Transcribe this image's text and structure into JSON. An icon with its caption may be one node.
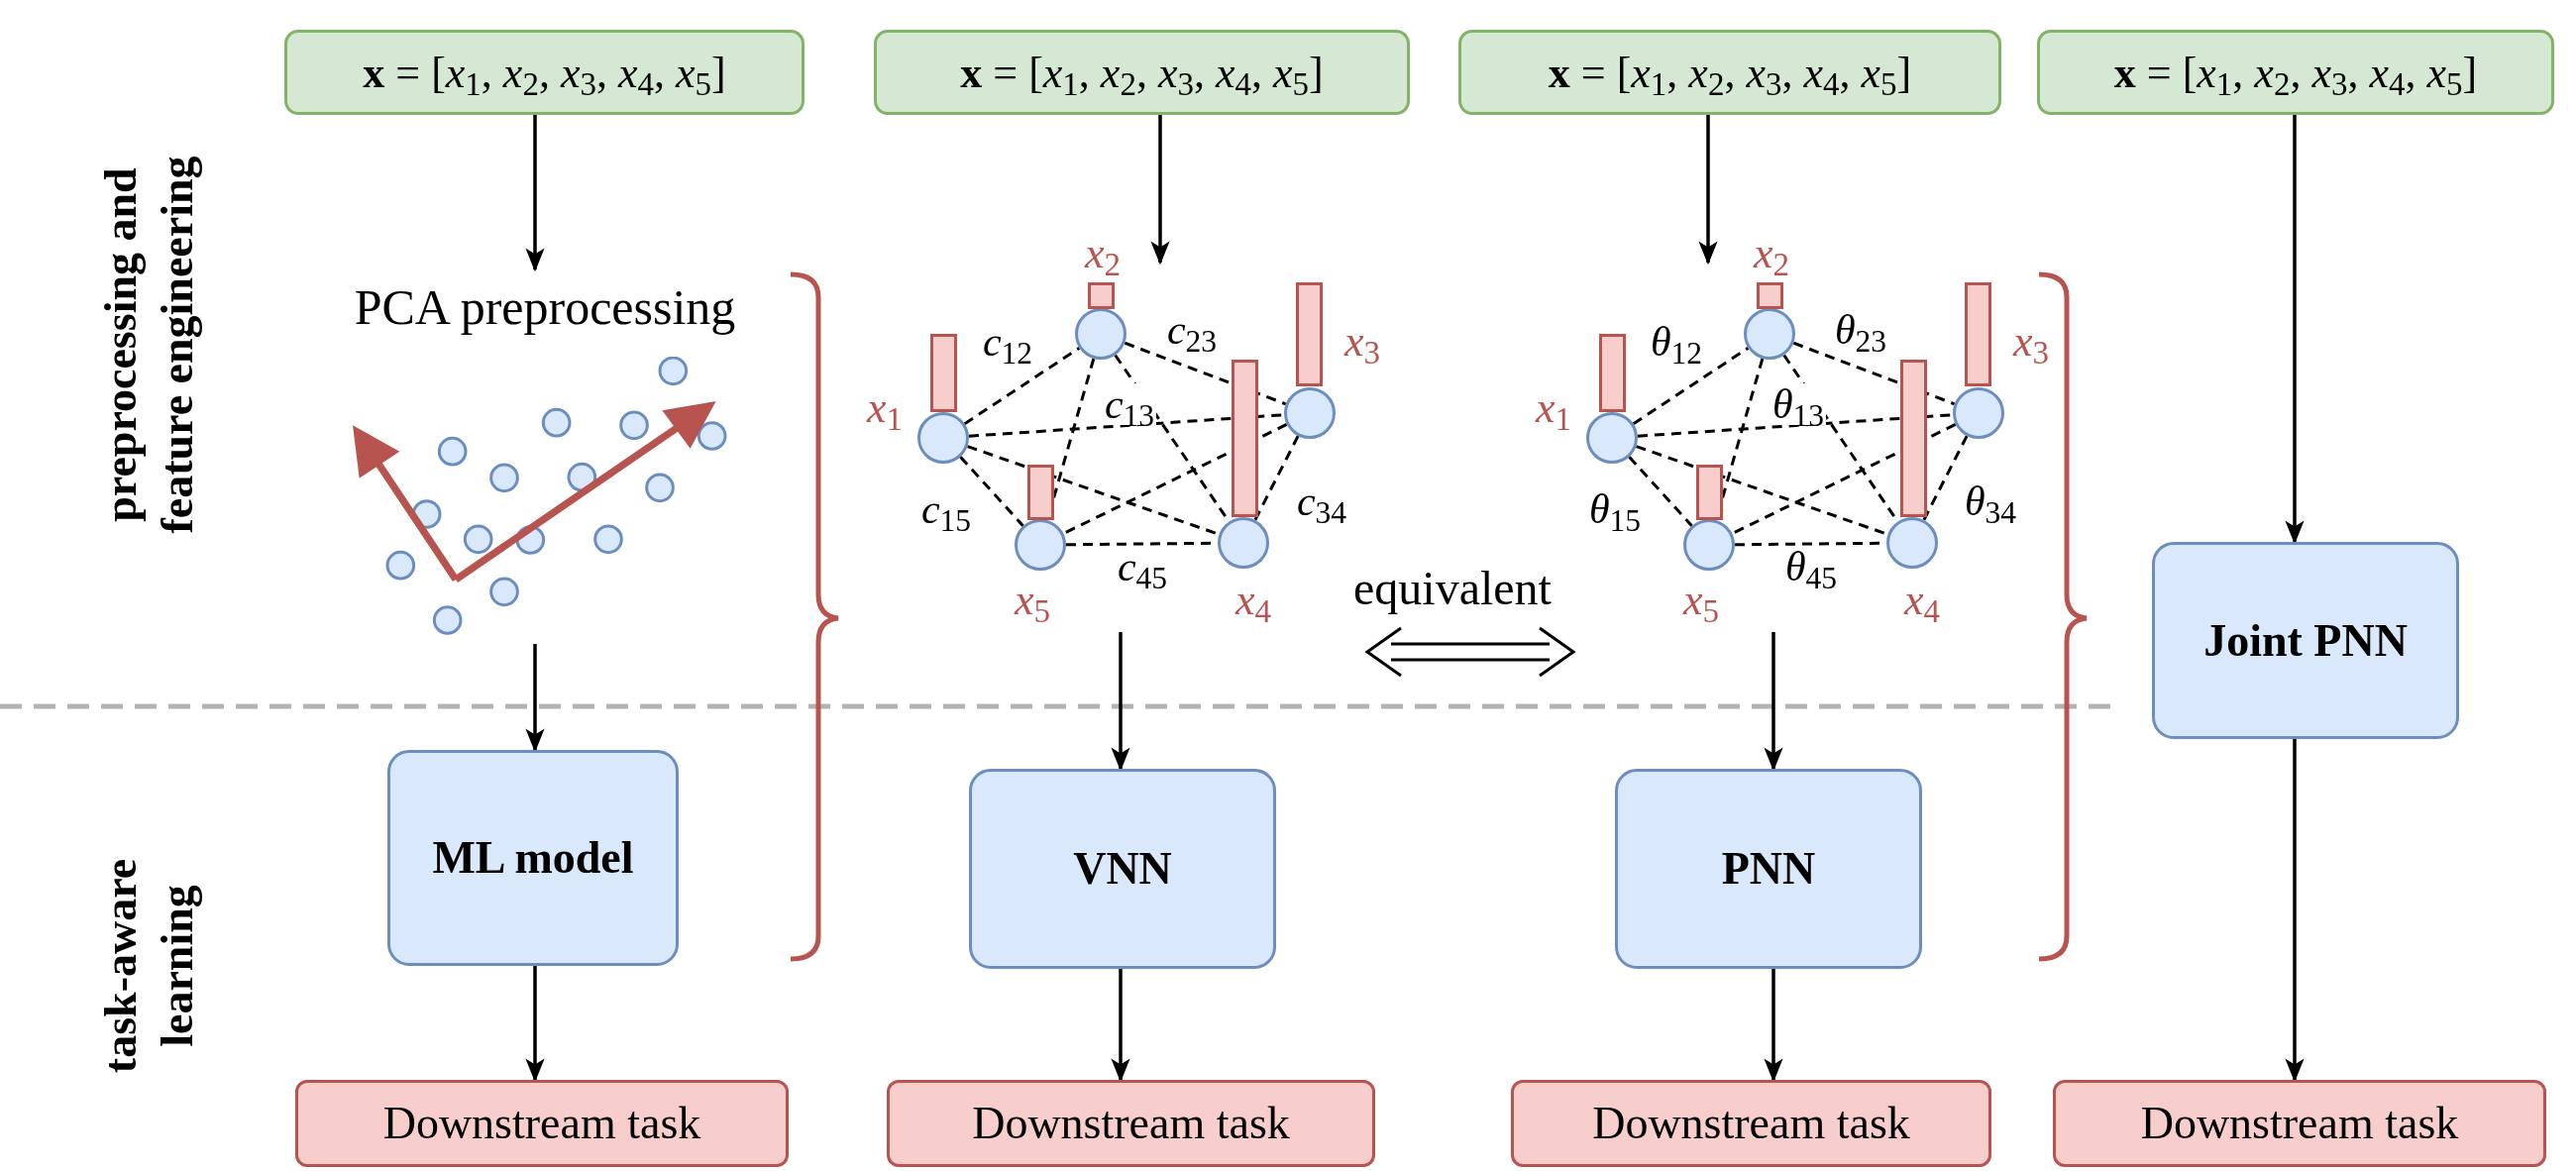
{
  "diagram": {
    "nodes": [
      {
        "text": [
          "**x** = [*x*$_{1}$, *x*$_{2}$, *x*$_{3}$, *x*$_{4}$, *x*$_{5}$]"
        ]
      },
      {
        "text": [
          "**x** = [*x*$_{1}$, *x*$_{2}$, *x*$_{3}$, *x*$_{4}$, *x*$_{5}$]"
        ]
      },
      {
        "text": [
          "**x** = [*x*$_{1}$, *x*$_{2}$, *x*$_{3}$, *x*$_{4}$, *x*$_{5}$]"
        ]
      },
      {
        "text": [
          "**x** = [*x*$_{1}$, *x*$_{2}$, *x*$_{3}$, *x*$_{4}$, *x*$_{5}$]"
        ]
      },
      {
        "text": [
          "PCA preprocessing"
        ]
      },
      {
        "text": [],
        "shape": "picture"
      },
      {
        "text": [],
        "shape": "circle",
        "beside": [
          "*x*$_{1}$"
        ]
      },
      {
        "text": [],
        "shape": "circle",
        "beside": [
          "*x*$_{5}$"
        ]
      },
      {
        "text": [],
        "shape": "circle",
        "beside": [
          "*x*$_{2}$"
        ]
      },
      {
        "text": [],
        "shape": "circle",
        "beside": [
          "*x*$_{4}$"
        ]
      },
      {
        "text": [],
        "shape": "circle",
        "beside": [
          "*x*$_{3}$"
        ]
      },
      {
        "text": [],
        "shape": "circle",
        "beside": [
          "*x*$_{1}$"
        ]
      },
      {
        "text": [],
        "shape": "circle",
        "beside": [
          "*x*$_{5}$"
        ]
      },
      {
        "text": [],
        "shape": "circle",
        "beside": [
          "*x*$_{2}$"
        ]
      },
      {
        "text": [],
        "shape": "circle",
        "beside": [
          "*x*$_{4}$"
        ]
      },
      {
        "text": [],
        "shape": "circle",
        "beside": [
          "*x*$_{3}$"
        ]
      },
      {
        "text": [
          "Joint PNN"
        ]
      },
      {
        "text": [
          "ML model"
        ]
      },
      {
        "text": [
          "VNN"
        ]
      },
      {
        "text": [
          "PNN"
        ]
      },
      {
        "text": [
          "Downstream task"
        ]
      },
      {
        "text": [
          "Downstream task"
        ]
      },
      {
        "text": [
          "Downstream task"
        ]
      },
      {
        "text": [
          "Downstream task"
        ]
      },
      {
        "text": [],
        "shape": "bar"
      },
      {
        "text": [],
        "shape": "bar"
      },
      {
        "text": [],
        "shape": "bar"
      },
      {
        "text": [],
        "shape": "bar"
      },
      {
        "text": [],
        "shape": "bar"
      },
      {
        "text": [],
        "shape": "bar"
      },
      {
        "text": [],
        "shape": "bar"
      },
      {
        "text": [],
        "shape": "bar"
      },
      {
        "text": [],
        "shape": "bar"
      },
      {
        "text": [],
        "shape": "bar"
      }
    ],
    "edges": [
      {
        "from": 0,
        "to": 4,
        "arrow": "to"
      },
      {
        "from": 1,
        "to": 8,
        "arrow": "to"
      },
      {
        "from": 2,
        "to": 13,
        "arrow": "to"
      },
      {
        "from": 3,
        "to": 16,
        "arrow": "to"
      },
      {
        "from": 5,
        "to": 17,
        "arrow": "to"
      },
      {
        "from": null,
        "to": 18,
        "arrow": "to"
      },
      {
        "from": null,
        "to": 19,
        "arrow": "to"
      },
      {
        "from": 16,
        "to": 23,
        "arrow": "to"
      },
      {
        "from": 17,
        "to": 20,
        "arrow": "to"
      },
      {
        "from": 18,
        "to": 21,
        "arrow": "to"
      },
      {
        "from": 19,
        "to": 22,
        "arrow": "to"
      },
      {
        "from": 6,
        "to": 8,
        "arrow": "none",
        "style": "dashed",
        "label": "*c*$_{12}$"
      },
      {
        "from": 6,
        "to": 10,
        "arrow": "none",
        "style": "dashed",
        "label": "*c*$_{13}$"
      },
      {
        "from": 6,
        "to": 9,
        "arrow": "none",
        "style": "dashed"
      },
      {
        "from": 6,
        "to": 7,
        "arrow": "none",
        "style": "dashed",
        "label": "*c*$_{15}$"
      },
      {
        "from": 8,
        "to": 10,
        "arrow": "none",
        "style": "dashed",
        "label": "*c*$_{23}$"
      },
      {
        "from": 8,
        "to": 9,
        "arrow": "none",
        "style": "dashed"
      },
      {
        "from": 8,
        "to": 7,
        "arrow": "none",
        "style": "dashed"
      },
      {
        "from": 10,
        "to": 9,
        "arrow": "none",
        "style": "dashed",
        "label": "*c*$_{34}$"
      },
      {
        "from": 10,
        "to": 7,
        "arrow": "none",
        "style": "dashed"
      },
      {
        "from": 7,
        "to": 9,
        "arrow": "none",
        "style": "dashed",
        "label": "*c*$_{45}$"
      },
      {
        "from": 11,
        "to": 13,
        "arrow": "none",
        "style": "dashed",
        "label": "*θ*$_{12}$"
      },
      {
        "from": 11,
        "to": 15,
        "arrow": "none",
        "style": "dashed",
        "label": "*θ*$_{13}$"
      },
      {
        "from": 11,
        "to": 14,
        "arrow": "none",
        "style": "dashed"
      },
      {
        "from": 11,
        "to": 12,
        "arrow": "none",
        "style": "dashed",
        "label": "*θ*$_{15}$"
      },
      {
        "from": 13,
        "to": 15,
        "arrow": "none",
        "style": "dashed",
        "label": "*θ*$_{23}$"
      },
      {
        "from": 13,
        "to": 14,
        "arrow": "none",
        "style": "dashed"
      },
      {
        "from": 13,
        "to": 12,
        "arrow": "none",
        "style": "dashed"
      },
      {
        "from": 15,
        "to": 14,
        "arrow": "none",
        "style": "dashed",
        "label": "*θ*$_{34}$"
      },
      {
        "from": 15,
        "to": 12,
        "arrow": "none",
        "style": "dashed"
      },
      {
        "from": 12,
        "to": 14,
        "arrow": "none",
        "style": "dashed",
        "label": "*θ*$_{45}$"
      }
    ],
    "labels": [
      "preprocessing and feature engineering",
      "task-aware learning",
      "equivalent"
    ]
  }
}
